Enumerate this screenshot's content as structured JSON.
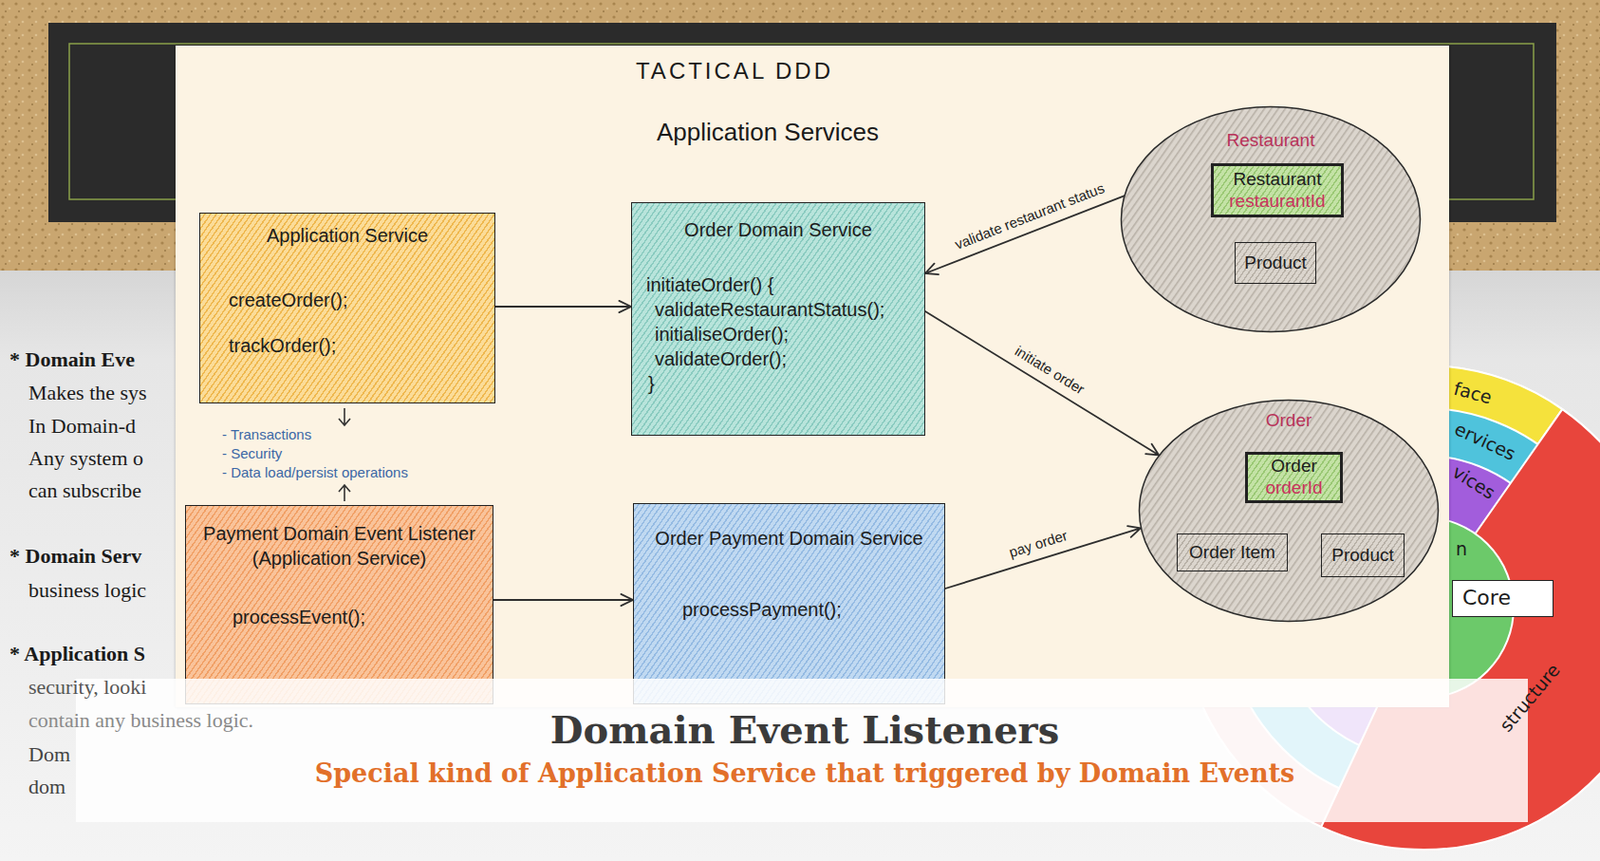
{
  "diagram": {
    "title": "TACTICAL DDD",
    "caption": "Domain Event Listeners",
    "nodes": [
      {
        "text": [
          "Application Service",
          "createOrder();",
          "trackOrder();"
        ]
      },
      {
        "text": [
          "Order Domain Service",
          "initiateOrder() {",
          "validateRestaurantStatus();",
          "initialiseOrder();",
          "validateOrder();",
          "}"
        ]
      },
      {
        "text": [
          "Restaurant"
        ]
      },
      {
        "text": [
          "Restaurant",
          "restaurantId"
        ],
        "in": 2
      },
      {
        "text": [
          "Product"
        ],
        "in": 2
      },
      {
        "text": [
          "Payment Domain Event Listener",
          "(Application Service)",
          "processEvent();"
        ]
      },
      {
        "text": [
          "Order Payment Domain Service",
          "processPayment();"
        ]
      },
      {
        "text": [
          "Order"
        ]
      },
      {
        "text": [
          "Order",
          "orderId"
        ],
        "in": 7
      },
      {
        "text": [
          "Order Item"
        ],
        "in": 7
      },
      {
        "text": [
          "Product"
        ],
        "in": 7
      },
      {
        "text": [
          "Core"
        ]
      }
    ],
    "edges": [
      {
        "from": 0,
        "to": 1,
        "arrow": "to"
      },
      {
        "from": 2,
        "to": 1,
        "arrow": "to",
        "label": "validate restaurant status"
      },
      {
        "from": 1,
        "to": 7,
        "arrow": "to",
        "label": "initiate order"
      },
      {
        "from": 5,
        "to": 6,
        "arrow": "to"
      },
      {
        "from": 6,
        "to": 7,
        "arrow": "to",
        "label": "pay order"
      }
    ],
    "labels": [
      "Application Services",
      "- Transactions",
      "- Security",
      "- Data load/persist operations",
      "Special kind of Application Service that triggered by Domain Events",
      "* Domain Eve",
      "Makes the sys",
      "In Domain-d",
      "Any system o",
      "can subscribe",
      "* Domain Serv",
      "business logic",
      "* Application S",
      "security, looki",
      "contain any business logic.",
      "Dom",
      "dom",
      "face",
      "ervices",
      "vices",
      "n",
      "structure"
    ]
  }
}
